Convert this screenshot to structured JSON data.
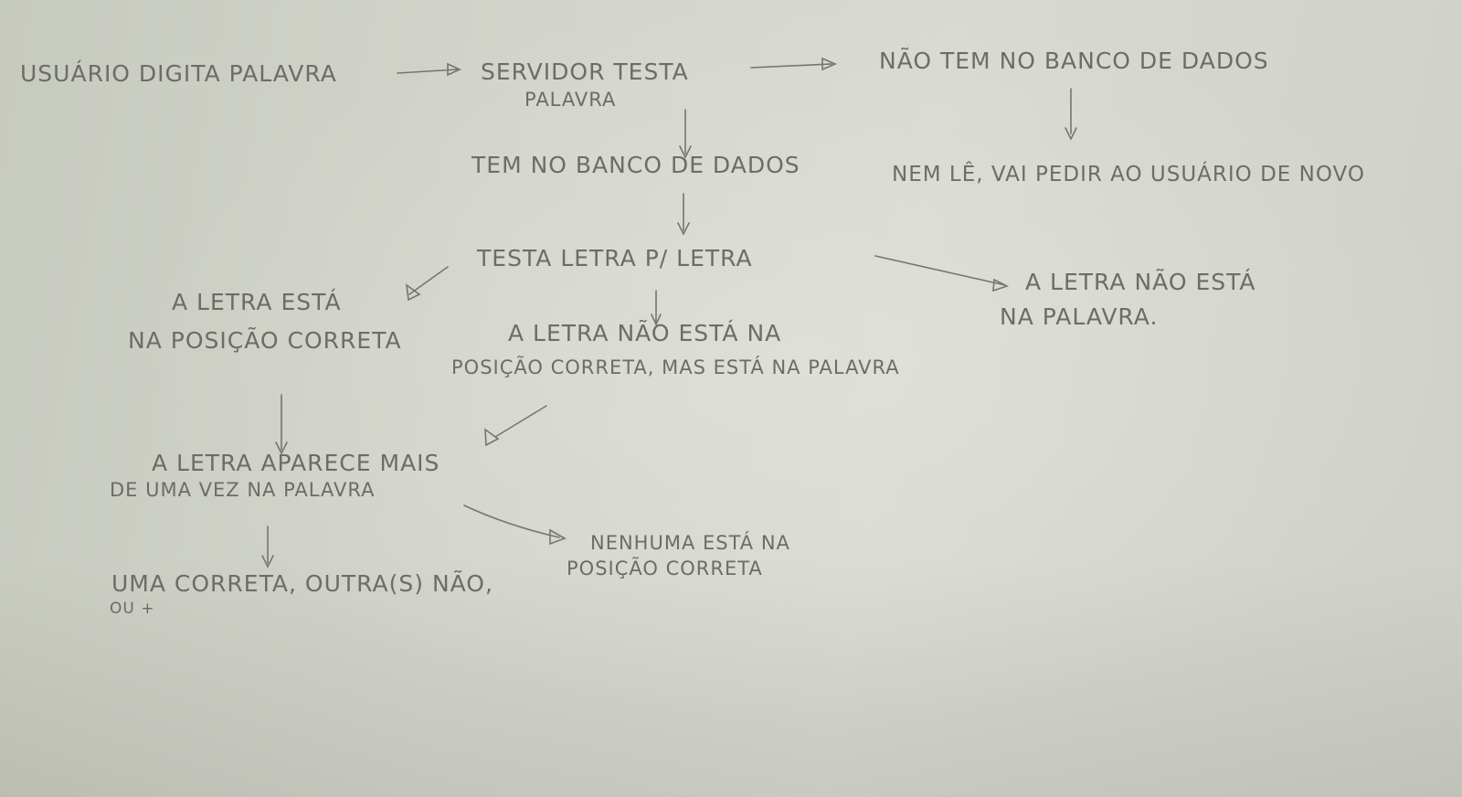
{
  "nodes": {
    "usuario": "USUÁRIO DIGITA PALAVRA",
    "servidor_1": "SERVIDOR TESTA",
    "servidor_2": "PALAVRA",
    "nao_tem": "NÃO TEM NO BANCO DE DADOS",
    "nem_le": "NEM LÊ, VAI PEDIR AO USUÁRIO DE NOVO",
    "tem": "TEM NO BANCO DE DADOS",
    "testa": "TESTA LETRA P/ LETRA",
    "correta_1": "A LETRA ESTÁ",
    "correta_2": "NA POSIÇÃO CORRETA",
    "nao_correta_1": "A LETRA NÃO ESTÁ NA",
    "nao_correta_2": "POSIÇÃO CORRETA, MAS ESTÁ NA PALAVRA",
    "nao_esta_1": "A LETRA NÃO ESTÁ",
    "nao_esta_2": "NA PALAVRA.",
    "aparece_1": "A LETRA APARECE MAIS",
    "aparece_2": "DE UMA VEZ NA PALAVRA",
    "nenhuma_1": "NENHUMA ESTÁ NA",
    "nenhuma_2": "POSIÇÃO CORRETA",
    "uma_1": "UMA CORRETA, OUTRA(S) NÃO,",
    "uma_2": "OU +"
  }
}
